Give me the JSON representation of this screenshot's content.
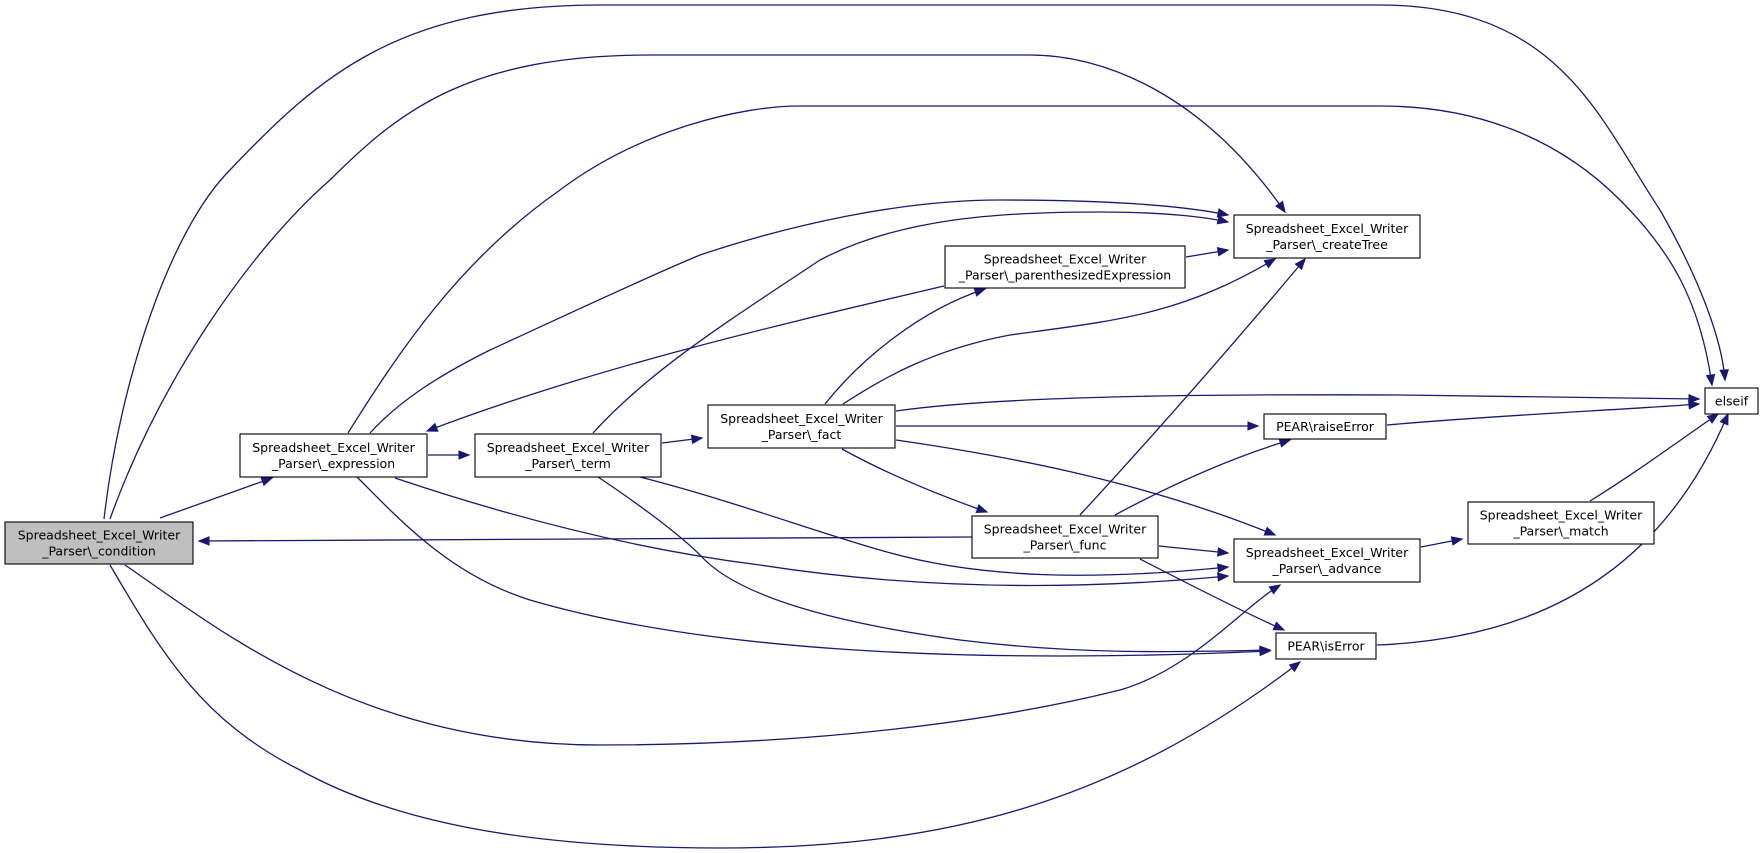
{
  "colors": {
    "edge": "#191970",
    "node_fill": "#ffffff",
    "root_fill": "#bfbfbf",
    "node_border": "#000000"
  },
  "nodes": [
    {
      "id": "condition",
      "lines": [
        "Spreadsheet_Excel_Writer",
        "_Parser\\_condition"
      ],
      "root": true
    },
    {
      "id": "expression",
      "lines": [
        "Spreadsheet_Excel_Writer",
        "_Parser\\_expression"
      ]
    },
    {
      "id": "term",
      "lines": [
        "Spreadsheet_Excel_Writer",
        "_Parser\\_term"
      ]
    },
    {
      "id": "fact",
      "lines": [
        "Spreadsheet_Excel_Writer",
        "_Parser\\_fact"
      ]
    },
    {
      "id": "paren",
      "lines": [
        "Spreadsheet_Excel_Writer",
        "_Parser\\_parenthesizedExpression"
      ]
    },
    {
      "id": "func",
      "lines": [
        "Spreadsheet_Excel_Writer",
        "_Parser\\_func"
      ]
    },
    {
      "id": "createTree",
      "lines": [
        "Spreadsheet_Excel_Writer",
        "_Parser\\_createTree"
      ]
    },
    {
      "id": "advance",
      "lines": [
        "Spreadsheet_Excel_Writer",
        "_Parser\\_advance"
      ]
    },
    {
      "id": "raiseError",
      "lines": [
        "PEAR\\raiseError"
      ]
    },
    {
      "id": "isError",
      "lines": [
        "PEAR\\isError"
      ]
    },
    {
      "id": "match",
      "lines": [
        "Spreadsheet_Excel_Writer",
        "_Parser\\_match"
      ]
    },
    {
      "id": "elseif",
      "lines": [
        "elseif"
      ]
    }
  ],
  "edges": [
    {
      "from": "condition",
      "to": "expression"
    },
    {
      "from": "condition",
      "to": "elseif"
    },
    {
      "from": "condition",
      "to": "createTree"
    },
    {
      "from": "condition",
      "to": "advance"
    },
    {
      "from": "condition",
      "to": "isError"
    },
    {
      "from": "expression",
      "to": "term"
    },
    {
      "from": "expression",
      "to": "createTree"
    },
    {
      "from": "expression",
      "to": "elseif"
    },
    {
      "from": "expression",
      "to": "advance"
    },
    {
      "from": "expression",
      "to": "isError"
    },
    {
      "from": "term",
      "to": "fact"
    },
    {
      "from": "term",
      "to": "createTree"
    },
    {
      "from": "term",
      "to": "advance"
    },
    {
      "from": "term",
      "to": "isError"
    },
    {
      "from": "fact",
      "to": "paren"
    },
    {
      "from": "fact",
      "to": "createTree"
    },
    {
      "from": "fact",
      "to": "elseif"
    },
    {
      "from": "fact",
      "to": "raiseError"
    },
    {
      "from": "fact",
      "to": "func"
    },
    {
      "from": "fact",
      "to": "advance"
    },
    {
      "from": "paren",
      "to": "createTree"
    },
    {
      "from": "paren",
      "to": "expression"
    },
    {
      "from": "func",
      "to": "condition"
    },
    {
      "from": "func",
      "to": "createTree"
    },
    {
      "from": "func",
      "to": "raiseError"
    },
    {
      "from": "func",
      "to": "advance"
    },
    {
      "from": "func",
      "to": "isError"
    },
    {
      "from": "raiseError",
      "to": "elseif"
    },
    {
      "from": "advance",
      "to": "match"
    },
    {
      "from": "match",
      "to": "elseif"
    },
    {
      "from": "isError",
      "to": "elseif"
    }
  ]
}
